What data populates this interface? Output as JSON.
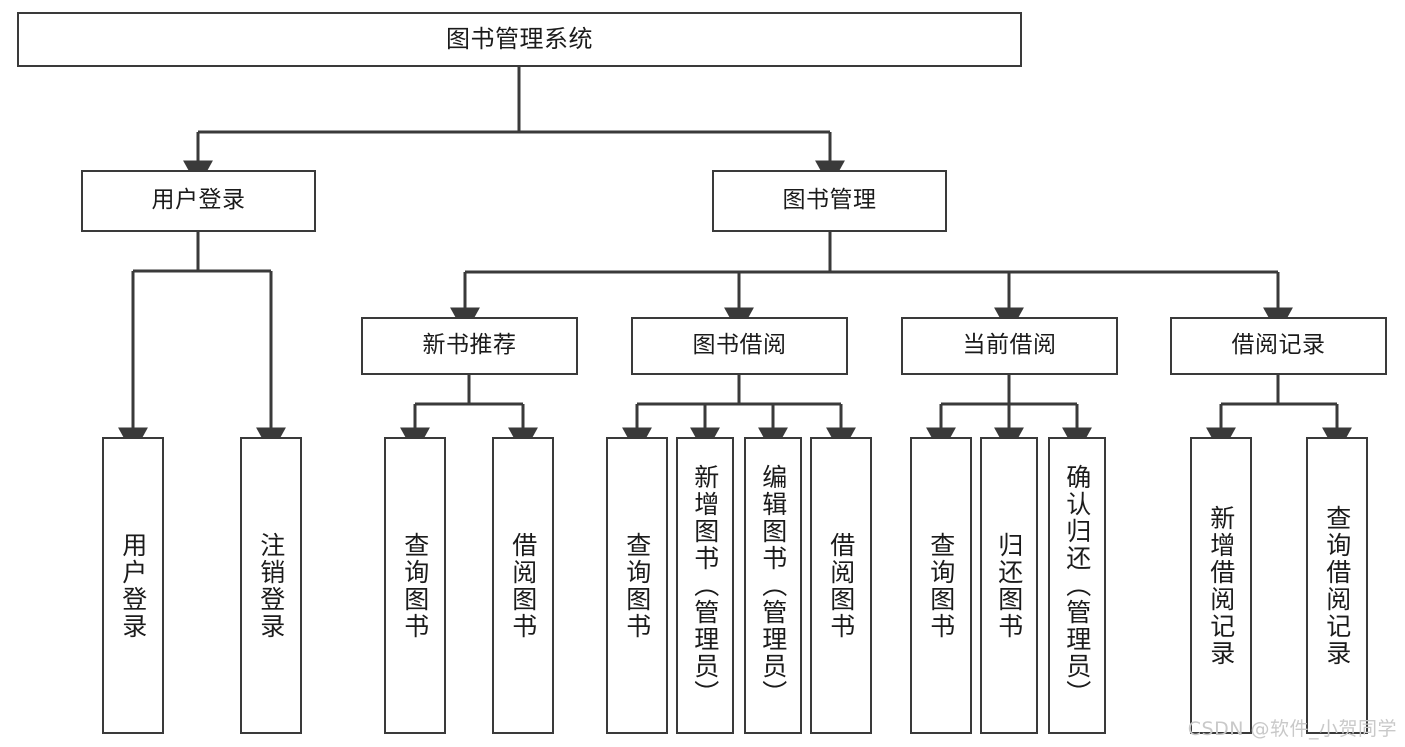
{
  "diagram": {
    "title": "图书管理系统",
    "type": "tree",
    "watermark": "CSDN @软件_小贺同学",
    "colors": {
      "box_border": "#3a3a3a",
      "box_fill": "#ffffff",
      "edge": "#3a3a3a",
      "text": "#1b1b1b",
      "watermark": "#c9c9c9"
    },
    "root": {
      "label": "图书管理系统"
    },
    "level2": [
      {
        "label": "用户登录"
      },
      {
        "label": "图书管理"
      }
    ],
    "level3": [
      {
        "label": "新书推荐"
      },
      {
        "label": "图书借阅"
      },
      {
        "label": "当前借阅"
      },
      {
        "label": "借阅记录"
      }
    ],
    "leaves": {
      "user_login": [
        {
          "label": "用户登录"
        },
        {
          "label": "注销登录"
        }
      ],
      "new_book_recommend": [
        {
          "label": "查询图书"
        },
        {
          "label": "借阅图书"
        }
      ],
      "book_borrow": [
        {
          "label": "查询图书"
        },
        {
          "label": "新增图书（管理员）"
        },
        {
          "label": "编辑图书（管理员）"
        },
        {
          "label": "借阅图书"
        }
      ],
      "current_borrow": [
        {
          "label": "查询图书"
        },
        {
          "label": "归还图书"
        },
        {
          "label": "确认归还（管理员）"
        }
      ],
      "borrow_record": [
        {
          "label": "新增借阅记录"
        },
        {
          "label": "查询借阅记录"
        }
      ]
    }
  }
}
